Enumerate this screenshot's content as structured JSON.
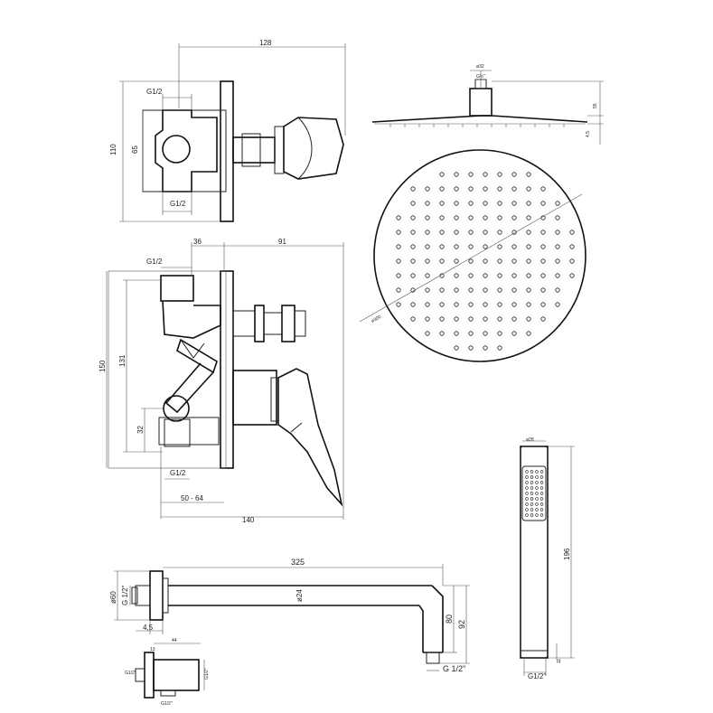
{
  "labels": {
    "mixer_top_width": "128",
    "mixer_top_thread": "G1/2",
    "mixer_top_height": "110",
    "mixer_top_inner": "65",
    "mixer_top_bottom_thread": "G1/2",
    "mixer_mid_36": "36",
    "mixer_mid_91": "91",
    "mixer_mid_thread": "G1/2",
    "mixer_mid_150": "150",
    "mixer_mid_131": "131",
    "mixer_mid_32": "32",
    "mixer_mid_bottom_thread": "G1/2",
    "mixer_mid_range": "50 - 64",
    "mixer_mid_140": "140",
    "head_d32": "ø32",
    "head_g12": "G½\"",
    "head_55": "55",
    "head_45": "4,5",
    "head_d300": "ø300",
    "hand_d28": "ø28",
    "hand_196": "196",
    "hand_11": "11",
    "hand_thread": "G1/2\"",
    "arm_325": "325",
    "arm_d60": "ø60",
    "arm_g12": "G 1/2\"",
    "arm_d24": "ø24",
    "arm_45": "4,5",
    "arm_80": "80",
    "arm_92": "92",
    "arm_bottom_thread": "G 1/2\"",
    "elbow_top": "44",
    "elbow_left": "13",
    "elbow_tl": "G1/2\"",
    "elbow_bl": "G1/2\"",
    "elbow_right": "G1/2\""
  }
}
